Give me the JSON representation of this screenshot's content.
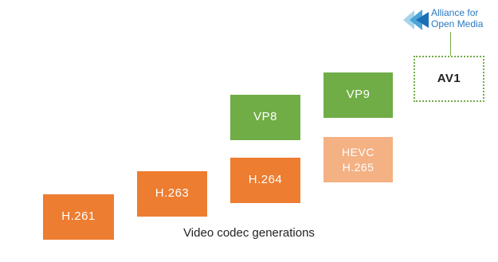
{
  "boxes": {
    "h261": "H.261",
    "h263": "H.263",
    "h264": "H.264",
    "vp8": "VP8",
    "vp9": "VP9",
    "hevc_line1": "HEVC",
    "hevc_line2": "H.265",
    "av1": "AV1"
  },
  "logo": {
    "line1": "Alliance for",
    "line2": "Open Media"
  },
  "caption": "Video codec generations",
  "colors": {
    "orange": "#ed7d31",
    "green": "#70ad47",
    "peach": "#f4b183",
    "logo_blue": "#2a79c0"
  }
}
